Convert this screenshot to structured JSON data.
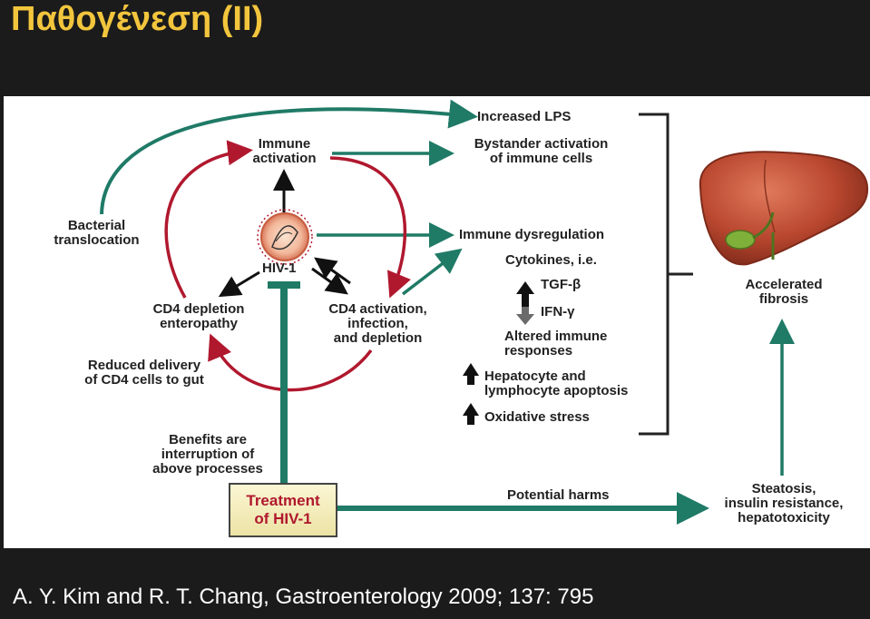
{
  "slide": {
    "title": "Παθογένεση (ΙΙ)",
    "citation": "A. Y. Kim and R. T. Chang, Gastroenterology 2009; 137: 795"
  },
  "colors": {
    "background": "#1b1b1b",
    "title": "#f2c53d",
    "teal_arrow": "#1f7a66",
    "crimson_arrow": "#b0182e",
    "liver": "#b8462e"
  },
  "diagram": {
    "nodes": {
      "increased_lps": "Increased LPS",
      "immune_activation": [
        "Immune",
        "activation"
      ],
      "bystander_activation": [
        "Bystander activation",
        "of immune cells"
      ],
      "bacterial_translocation": [
        "Bacterial",
        "translocation"
      ],
      "hiv1": "HIV-1",
      "immune_dysregulation": "Immune dysregulation",
      "cytokines": "Cytokines, i.e.",
      "tgf_beta": "TGF-β",
      "ifn_gamma": "IFN-γ",
      "altered_immune": [
        "Altered immune",
        "responses"
      ],
      "cd4_depletion": [
        "CD4 depletion",
        "enteropathy"
      ],
      "cd4_activation": [
        "CD4 activation,",
        "infection,",
        "and depletion"
      ],
      "hepatocyte_apoptosis": [
        "Hepatocyte and",
        "lymphocyte apoptosis"
      ],
      "oxidative_stress": "Oxidative stress",
      "reduced_delivery": [
        "Reduced delivery",
        "of CD4 cells to gut"
      ],
      "benefits": [
        "Benefits are",
        "interruption of",
        "above processes"
      ],
      "treatment": [
        "Treatment",
        "of HIV-1"
      ],
      "potential_harms": "Potential harms",
      "accelerated_fibrosis": [
        "Accelerated",
        "fibrosis"
      ],
      "steatosis": [
        "Steatosis,",
        "insulin resistance,",
        "hepatotoxicity"
      ]
    }
  }
}
